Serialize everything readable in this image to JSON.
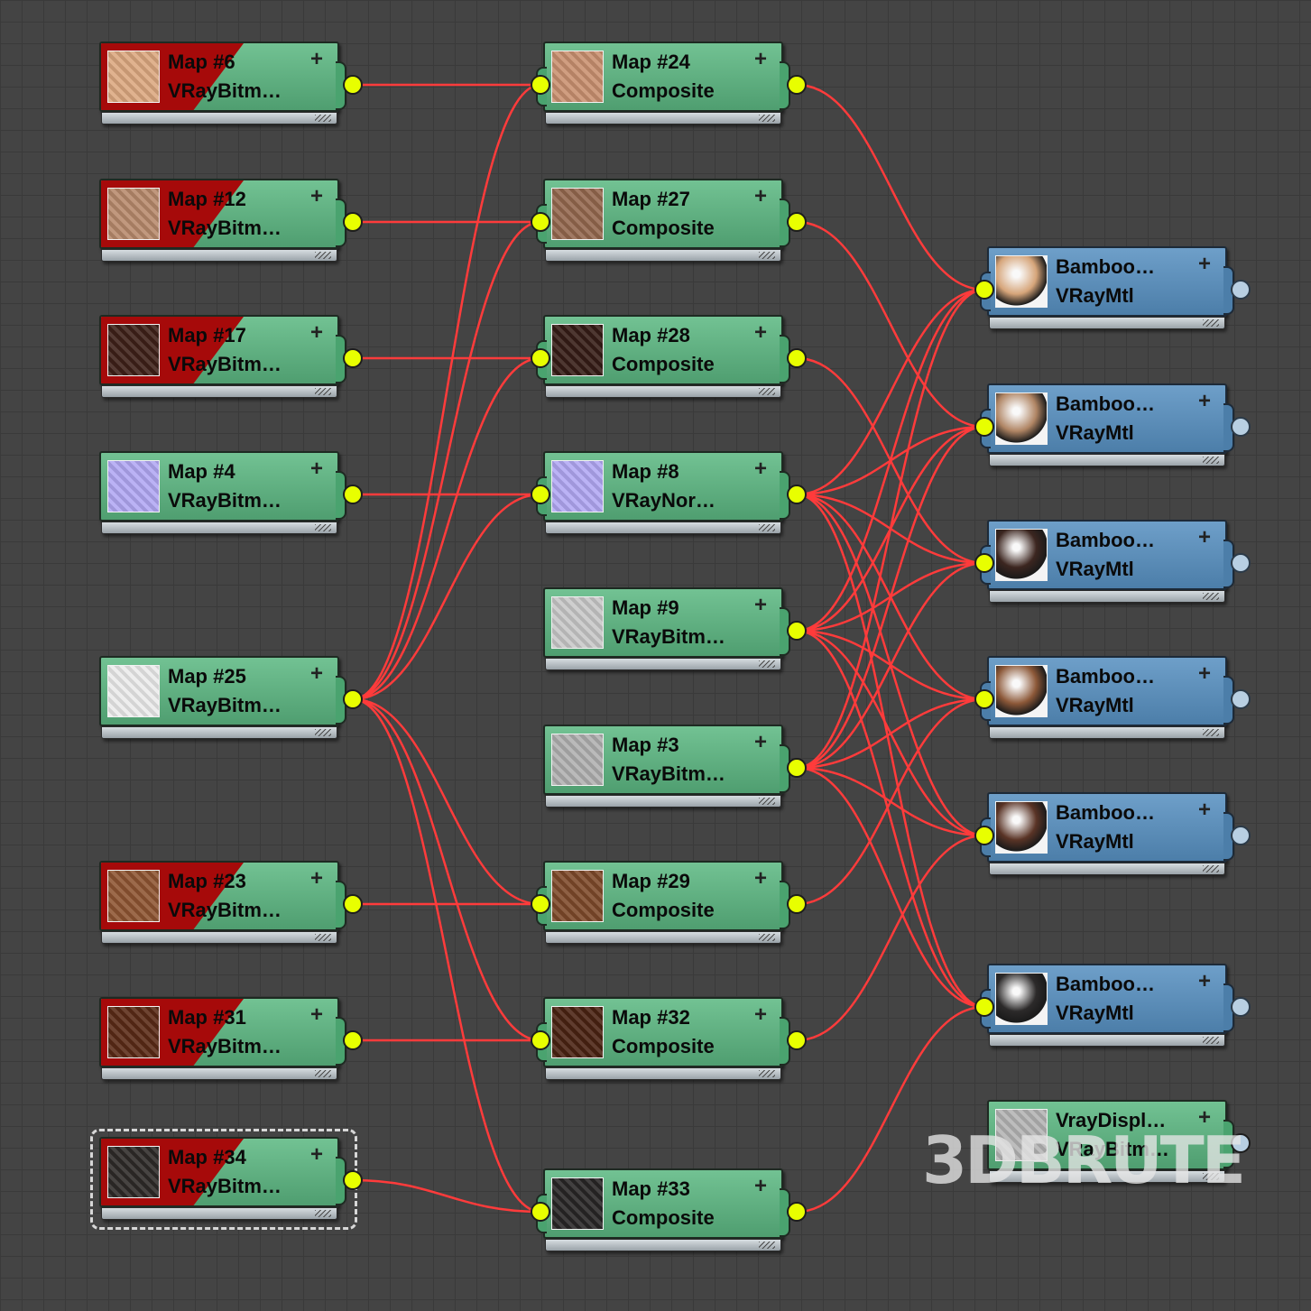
{
  "colors": {
    "wire": "#ff3b3b",
    "socket_out": "#e8ff00",
    "map_node": "#5fae80",
    "material_node": "#5b8dba",
    "bitmap_flag": "#a60a0a"
  },
  "watermark": "3DBRUTE",
  "left_column": [
    {
      "title": "Map #6",
      "type": "VRayBitm…",
      "thumb": "#dca880",
      "flag": true
    },
    {
      "title": "Map #12",
      "type": "VRayBitm…",
      "thumb": "#b88a6c",
      "flag": true
    },
    {
      "title": "Map #17",
      "type": "VRayBitm…",
      "thumb": "#3e2018",
      "flag": true
    },
    {
      "title": "Map #4",
      "type": "VRayBitm…",
      "thumb": "#b2a8f4",
      "flag": false
    },
    {
      "title": "Map #25",
      "type": "VRayBitm…",
      "thumb": "#ececec",
      "flag": false
    },
    {
      "title": "Map #23",
      "type": "VRayBitm…",
      "thumb": "#8e5532",
      "flag": true
    },
    {
      "title": "Map #31",
      "type": "VRayBitm…",
      "thumb": "#5a2a16",
      "flag": true
    },
    {
      "title": "Map #34",
      "type": "VRayBitm…",
      "thumb": "#2e2a28",
      "flag": true,
      "selected": true
    }
  ],
  "middle_column": [
    {
      "title": "Map #24",
      "type": "Composite",
      "thumb": "#c99170"
    },
    {
      "title": "Map #27",
      "type": "Composite",
      "thumb": "#94684e"
    },
    {
      "title": "Map #28",
      "type": "Composite",
      "thumb": "#361c16"
    },
    {
      "title": "Map #8",
      "type": "VRayNor…",
      "thumb": "#b2a8f4"
    },
    {
      "title": "Map #9",
      "type": "VRayBitm…",
      "thumb": "#c8c8c8"
    },
    {
      "title": "Map #3",
      "type": "VRayBitm…",
      "thumb": "#b0b0b0"
    },
    {
      "title": "Map #29",
      "type": "Composite",
      "thumb": "#7e4a2a"
    },
    {
      "title": "Map #32",
      "type": "Composite",
      "thumb": "#4a2212"
    },
    {
      "title": "Map #33",
      "type": "Composite",
      "thumb": "#282626"
    }
  ],
  "right_column": [
    {
      "title": "Bamboo…",
      "type": "VRayMtl",
      "thumb": "#d6a57a"
    },
    {
      "title": "Bamboo…",
      "type": "VRayMtl",
      "thumb": "#b08564"
    },
    {
      "title": "Bamboo…",
      "type": "VRayMtl",
      "thumb": "#3c2620"
    },
    {
      "title": "Bamboo…",
      "type": "VRayMtl",
      "thumb": "#8c5838"
    },
    {
      "title": "Bamboo…",
      "type": "VRayMtl",
      "thumb": "#5a3426"
    },
    {
      "title": "Bamboo…",
      "type": "VRayMtl",
      "thumb": "#2c2a2a"
    },
    {
      "title": "VrayDispl…",
      "type": "VRayBitm…",
      "thumb": "#b4b4b4",
      "green": true
    }
  ],
  "connections": [
    [
      "L0",
      "M0"
    ],
    [
      "L1",
      "M1"
    ],
    [
      "L2",
      "M2"
    ],
    [
      "L3",
      "M3"
    ],
    [
      "L5",
      "M6"
    ],
    [
      "L6",
      "M7"
    ],
    [
      "L7",
      "M8"
    ],
    [
      "L4",
      "M0"
    ],
    [
      "L4",
      "M1"
    ],
    [
      "L4",
      "M2"
    ],
    [
      "L4",
      "M3"
    ],
    [
      "L4",
      "M6"
    ],
    [
      "L4",
      "M7"
    ],
    [
      "L4",
      "M8"
    ],
    [
      "M0",
      "R0"
    ],
    [
      "M1",
      "R1"
    ],
    [
      "M2",
      "R2"
    ],
    [
      "M6",
      "R3"
    ],
    [
      "M7",
      "R4"
    ],
    [
      "M8",
      "R5"
    ],
    [
      "M3",
      "R0"
    ],
    [
      "M3",
      "R1"
    ],
    [
      "M3",
      "R2"
    ],
    [
      "M3",
      "R3"
    ],
    [
      "M3",
      "R4"
    ],
    [
      "M3",
      "R5"
    ],
    [
      "M4",
      "R0"
    ],
    [
      "M4",
      "R1"
    ],
    [
      "M4",
      "R2"
    ],
    [
      "M4",
      "R3"
    ],
    [
      "M4",
      "R4"
    ],
    [
      "M4",
      "R5"
    ],
    [
      "M5",
      "R0"
    ],
    [
      "M5",
      "R1"
    ],
    [
      "M5",
      "R2"
    ],
    [
      "M5",
      "R3"
    ],
    [
      "M5",
      "R4"
    ],
    [
      "M5",
      "R5"
    ]
  ]
}
